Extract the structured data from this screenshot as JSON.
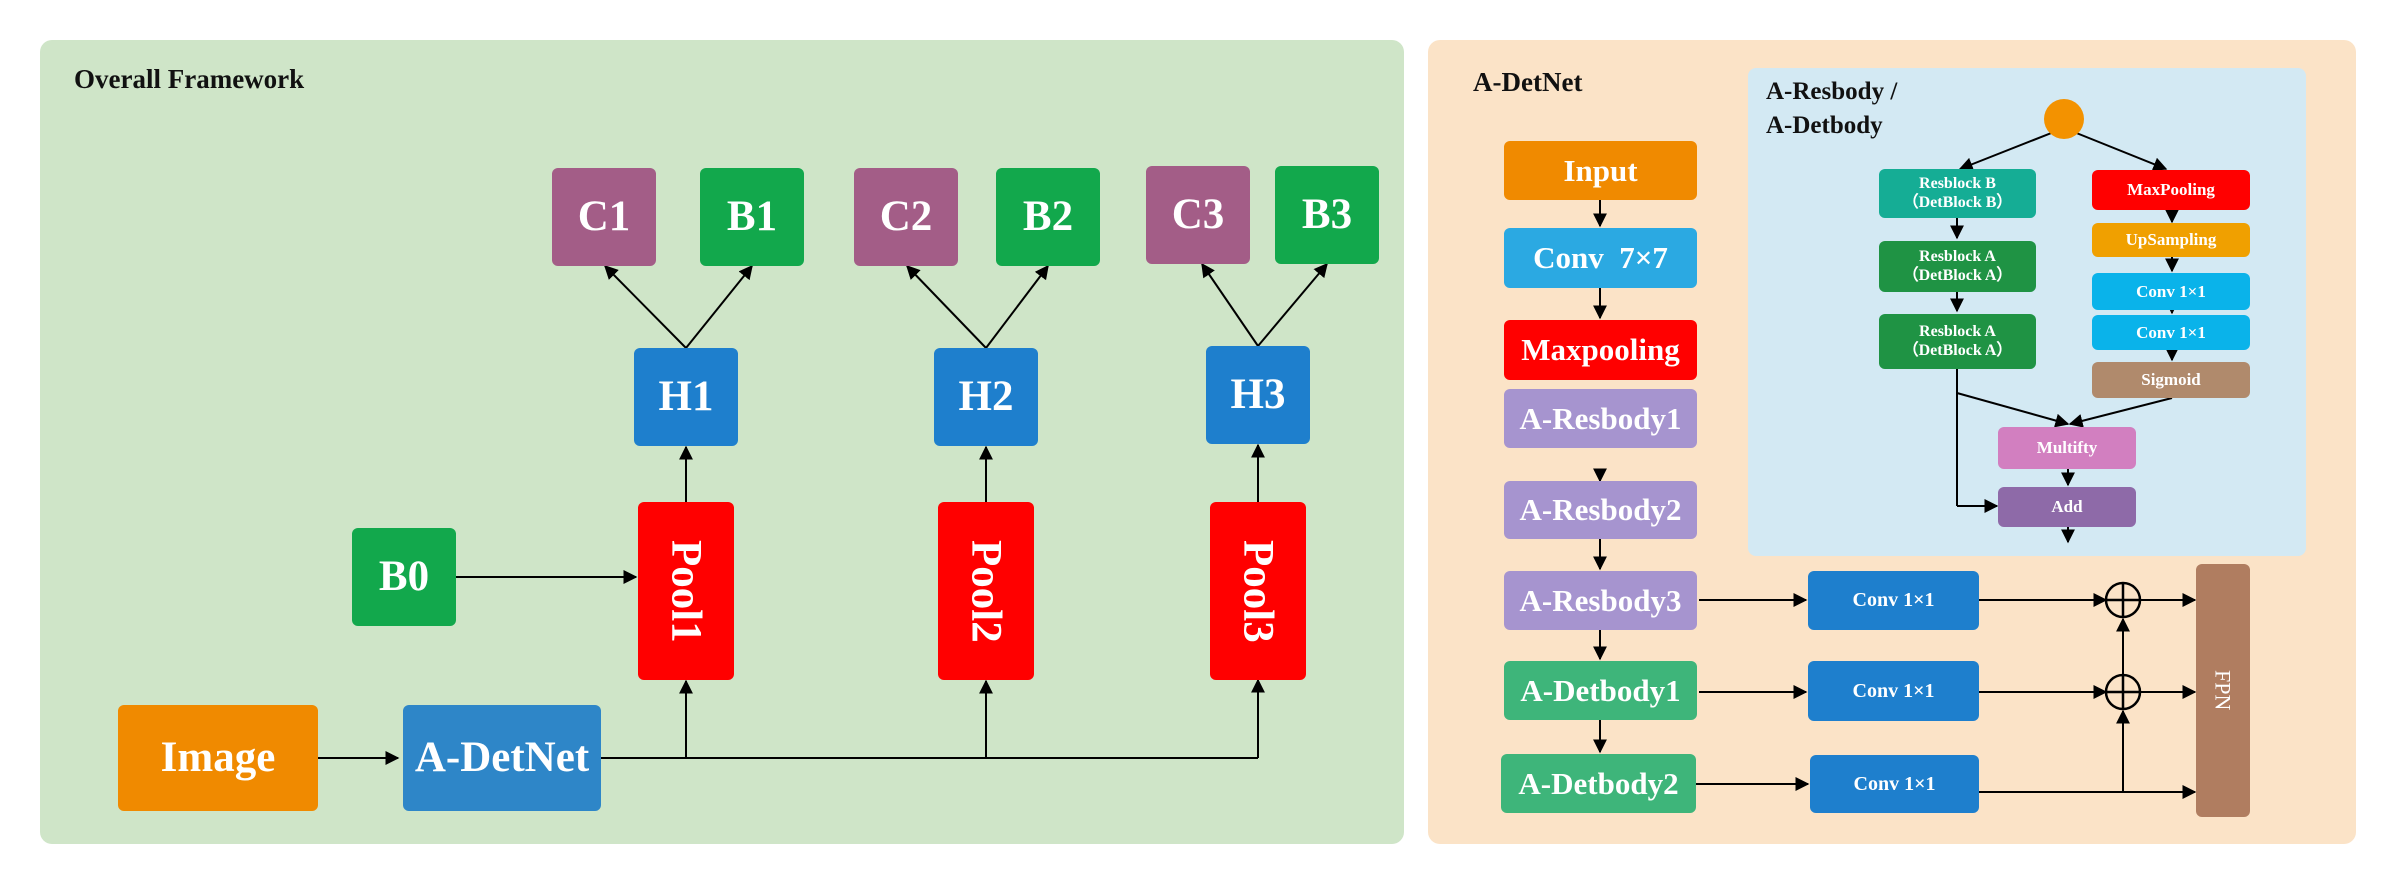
{
  "left": {
    "title": "Overall Framework",
    "image": "Image",
    "adetnet": "A-DetNet",
    "b0": "B0",
    "pools": [
      "Pool1",
      "Pool2",
      "Pool3"
    ],
    "heads": [
      "H1",
      "H2",
      "H3"
    ],
    "classes": [
      "C1",
      "C2",
      "C3"
    ],
    "boxes": [
      "B1",
      "B2",
      "B3"
    ]
  },
  "right": {
    "title": "A-DetNet",
    "stack": [
      "Input",
      "Conv  7×7",
      "Maxpooling",
      "A-Resbody1",
      "A-Resbody2",
      "A-Resbody3",
      "A-Detbody1",
      "A-Detbody2"
    ],
    "convs": [
      "Conv 1×1",
      "Conv 1×1",
      "Conv 1×1"
    ],
    "fpn": "FPN",
    "inset": {
      "title_line1": "A-Resbody /",
      "title_line2": "A-Detbody",
      "resblock_b_1": "Resblock B",
      "resblock_b_2": "（DetBlock B）",
      "resblock_a1_1": "Resblock A",
      "resblock_a1_2": "（DetBlock A）",
      "resblock_a2_1": "Resblock A",
      "resblock_a2_2": "（DetBlock A）",
      "maxpooling": "MaxPooling",
      "upsampling": "UpSampling",
      "conv1": "Conv 1×1",
      "conv2": "Conv 1×1",
      "sigmoid": "Sigmoid",
      "multifty": "Multifty",
      "add": "Add"
    }
  },
  "colors": {
    "left_bg": "#cfe5c8",
    "right_bg": "#fbe3c7",
    "inset_bg": "#d3e9f3",
    "purple": "#a35d87",
    "green": "#12a84c",
    "blue": "#1e7fcd",
    "red": "#ff0000",
    "orange": "#f08a00",
    "steel": "#2e86c8",
    "sky": "#2ba9e2",
    "lavender": "#a694cf",
    "mint": "#3eb57a",
    "teal": "#15ad95",
    "darkgreen": "#1f9344",
    "gold": "#f0a000",
    "cyan": "#0ab3ea",
    "tan": "#b08a6c",
    "pink": "#d27fc0",
    "violet": "#8e6aa8",
    "fpn": "#b07d60",
    "circle": "#f39200"
  }
}
